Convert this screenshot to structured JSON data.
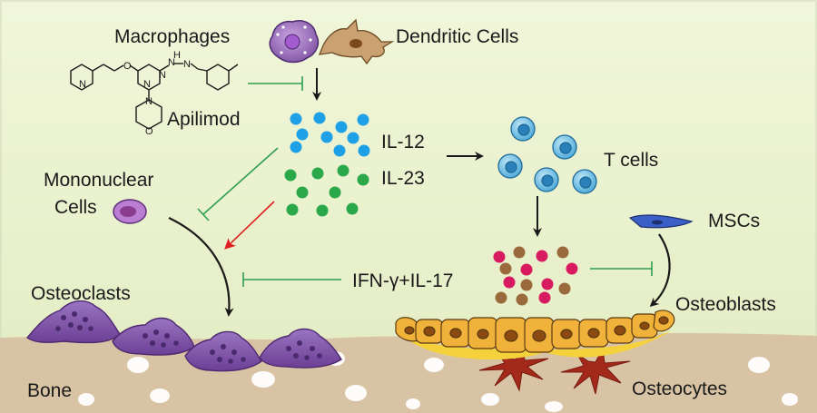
{
  "labels": {
    "macrophages": "Macrophages",
    "dendritic_cells": "Dendritic Cells",
    "apilimod": "Apilimod",
    "il12": "IL-12",
    "il23": "IL-23",
    "t_cells": "T cells",
    "mononuclear_line1": "Mononuclear",
    "mononuclear_line2": "Cells",
    "mscs": "MSCs",
    "ifn_il17": "IFN-γ+IL-17",
    "osteoclasts": "Osteoclasts",
    "osteoblasts": "Osteoblasts",
    "bone": "Bone",
    "osteocytes": "Osteocytes"
  },
  "chem_atoms": {
    "n": "N",
    "o": "O",
    "h": "H"
  },
  "colors": {
    "il12_dots": "#1ea0e6",
    "il23_dots": "#2aa84a",
    "ifn_dots": "#d81b60",
    "il17_dots": "#9a6a3c",
    "inhibit_green": "#2e9e4e",
    "stimulate_red": "#e02020",
    "arrow_dark": "#1a1a1a",
    "osteoclast_purple": "#7a4ca0",
    "osteoblast_orange": "#f0b23a",
    "bone_tan": "#d8c4a4",
    "background_green": "#e9f2cf"
  }
}
